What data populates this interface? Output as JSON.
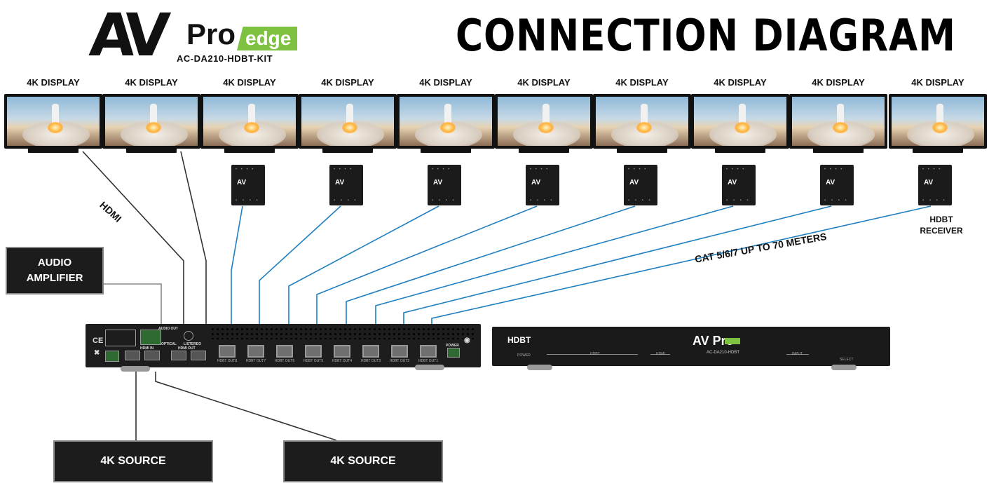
{
  "header": {
    "title": "CONNECTION DIAGRAM",
    "logo_av": "AV",
    "logo_pro": "Pro",
    "logo_edge": "edge",
    "model": "AC-DA210-HDBT-KIT"
  },
  "displays": [
    {
      "label": "4K DISPLAY"
    },
    {
      "label": "4K DISPLAY"
    },
    {
      "label": "4K DISPLAY"
    },
    {
      "label": "4K DISPLAY"
    },
    {
      "label": "4K DISPLAY"
    },
    {
      "label": "4K DISPLAY"
    },
    {
      "label": "4K DISPLAY"
    },
    {
      "label": "4K DISPLAY"
    },
    {
      "label": "4K DISPLAY"
    },
    {
      "label": "4K DISPLAY"
    }
  ],
  "receiver": {
    "label_line1": "HDBT",
    "label_line2": "RECEIVER",
    "mini_logo": "AV"
  },
  "cables": {
    "hdmi_label": "HDMI",
    "cat_label": "CAT 5/6/7 UP TO 70 METERS"
  },
  "amplifier": {
    "line1": "AUDIO",
    "line2": "AMPLIFIER"
  },
  "sources": [
    {
      "label": "4K SOURCE"
    },
    {
      "label": "4K SOURCE"
    }
  ],
  "rear_panel": {
    "ce_mark": "CE",
    "ports": [
      "HDBT OUT8",
      "HDBT OUT7",
      "HDBT OUT6",
      "HDBT OUT5",
      "HDBT OUT4",
      "HDBT OUT3",
      "HDBT OUT2",
      "HDBT OUT1"
    ],
    "audio_out": "AUDIO OUT",
    "optical": "OPTICAL",
    "lstereo": "L/STEREO",
    "hdmi_in": "HDMI IN",
    "hdmi_out": "HDMI OUT",
    "power": "POWER"
  },
  "front_panel": {
    "hdbt_logo": "HDBT",
    "logo": "AV Pro",
    "model": "AC-DA210-HDBT",
    "power": "POWER",
    "hdbt": "HDBT",
    "hdmi": "HDMI",
    "input": "INPUT",
    "select": "SELECT"
  },
  "colors": {
    "cat_cable": "#1f7fc0",
    "hdmi_cable": "#333333",
    "audio_cable": "#888888",
    "brand_green": "#7fc241"
  }
}
